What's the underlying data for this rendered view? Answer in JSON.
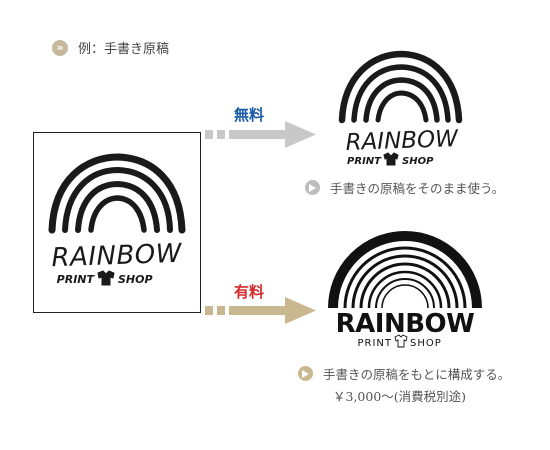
{
  "header": {
    "badge_symbol": "»",
    "text": "例：手書き原稿"
  },
  "original": {
    "title": "RAINBOW",
    "subtitle_left": "PRINT",
    "subtitle_right": "SHOP"
  },
  "free_option": {
    "label": "無料",
    "label_color": "#1a5ba8",
    "arrow_color": "#c8c8c8",
    "result_title": "RAINBOW",
    "result_subtitle_left": "PRINT",
    "result_subtitle_right": "SHOP",
    "caption": "手書きの原稿をそのまま使う。",
    "caption_icon_color": "#bdbdbd"
  },
  "paid_option": {
    "label": "有料",
    "label_color": "#d42a2a",
    "arrow_color": "#c9b78f",
    "result_title": "RAINBOW",
    "result_subtitle_left": "PRINT",
    "result_subtitle_right": "SHOP",
    "caption": "手書きの原稿をもとに構成する。",
    "caption_icon_color": "#c9b78f",
    "price": "￥3,000～(消費税別途)"
  }
}
